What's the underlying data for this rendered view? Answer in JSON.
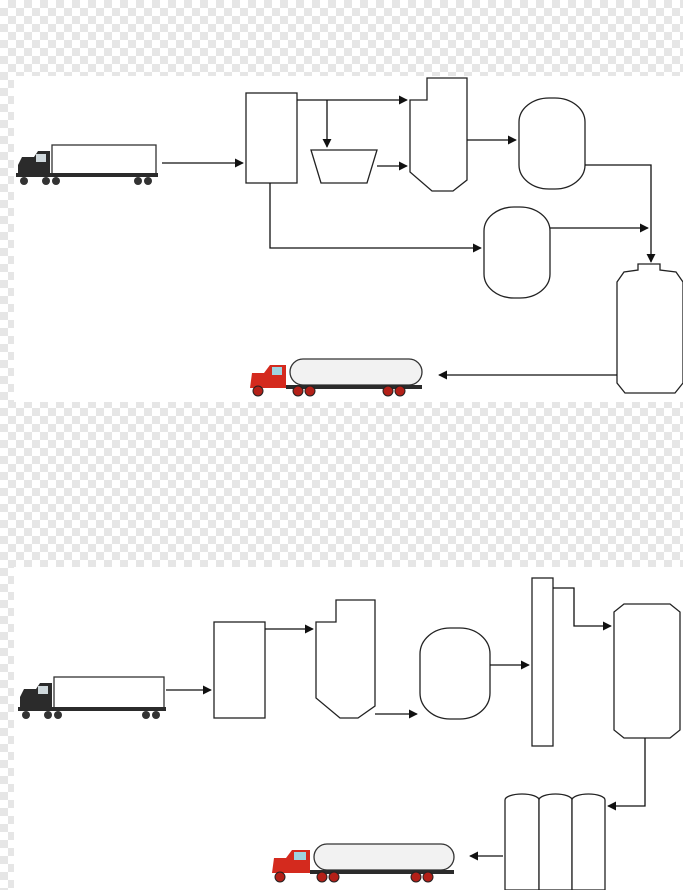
{
  "diagram": {
    "background": "transparent-checkerboard",
    "colors": {
      "panel": "#ffffff",
      "line": "#111111",
      "truck_cab_dark": "#2b2b2b",
      "truck_cab_red": "#d42a1e",
      "tanker_body": "#f2f2f2"
    },
    "panels": [
      {
        "id": "process-top",
        "input": "semi-truck-trailer-icon",
        "output": "tanker-truck-icon",
        "units": [
          "rect-unit",
          "hopper-unit",
          "step-tower-unit",
          "rounded-vessel-unit",
          "rounded-vessel-unit",
          "storage-tank-unit"
        ]
      },
      {
        "id": "process-bottom",
        "input": "semi-truck-trailer-icon",
        "output": "tanker-truck-icon",
        "units": [
          "rect-unit",
          "step-tower-unit",
          "rounded-vessel-unit",
          "column-unit",
          "storage-tank-unit",
          "silo-cluster-unit"
        ]
      }
    ]
  }
}
